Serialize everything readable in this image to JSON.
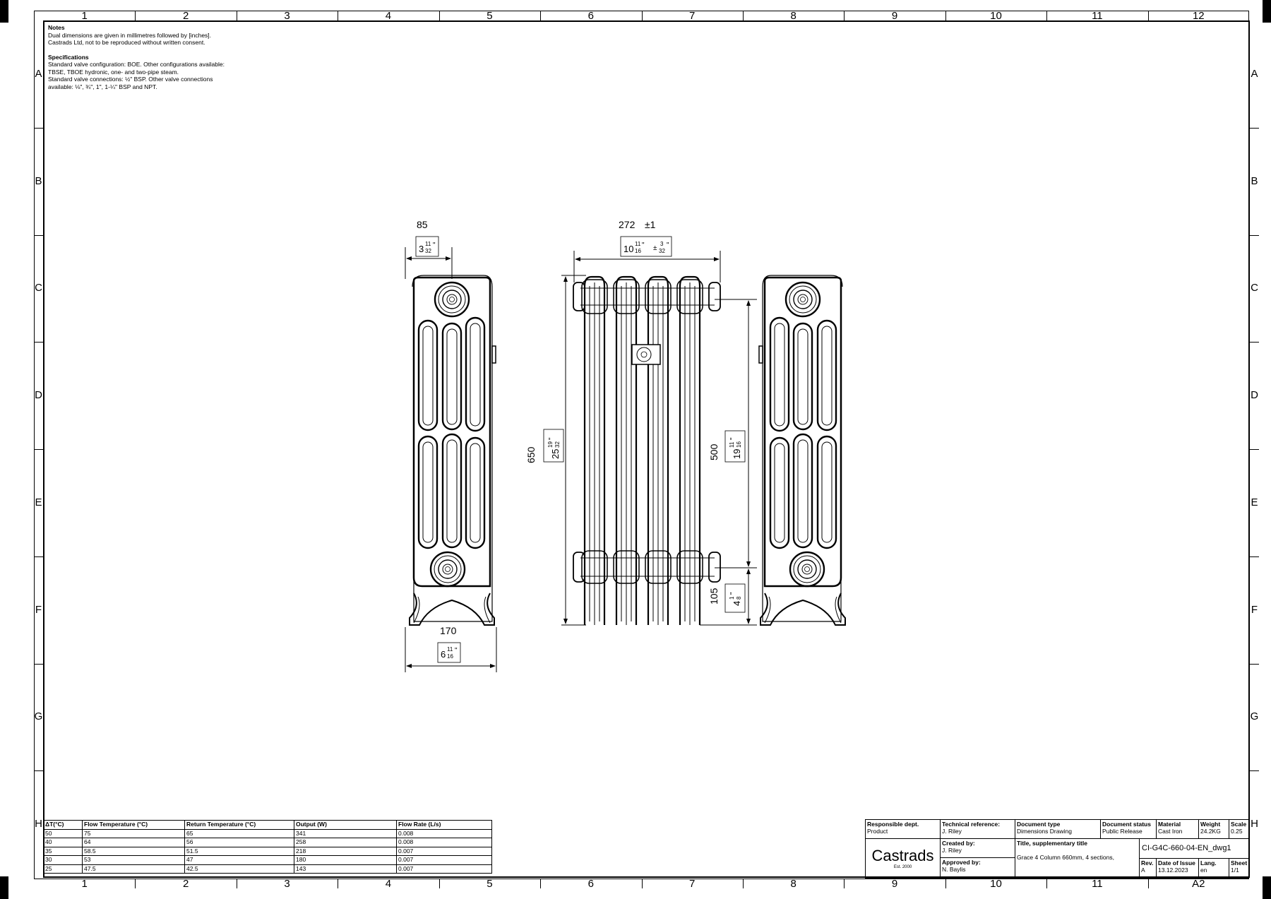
{
  "grid": {
    "columns": [
      "1",
      "2",
      "3",
      "4",
      "5",
      "6",
      "7",
      "8",
      "9",
      "10",
      "11",
      "12"
    ],
    "rows": [
      "A",
      "B",
      "C",
      "D",
      "E",
      "F",
      "G",
      "H"
    ],
    "sheet_size": "A2"
  },
  "notes": {
    "heading": "Notes",
    "lines": [
      "Dual dimensions are given in millimetres followed by [inches].",
      "Castrads Ltd, not to be reproduced without written consent."
    ],
    "spec_heading": "Specifications",
    "spec_lines": [
      "Standard valve configuration: BOE. Other configurations available:",
      "TBSE, TBOE hydronic, one- and two-pipe steam.",
      "Standard valve connections: ½\" BSP. Other valve connections",
      "available: ⅛\", ¾\", 1\", 1-¼\" BSP and NPT."
    ]
  },
  "dimensions": {
    "depth_mm": "85",
    "depth_in_whole": "3",
    "depth_in_num": "11",
    "depth_in_den": "32",
    "width_mm": "272",
    "width_tol_mm": "±1",
    "width_in_whole": "10",
    "width_in_num": "11",
    "width_in_den": "16",
    "width_tol_in_num": "3",
    "width_tol_in_den": "32",
    "height_mm": "650",
    "height_in_whole": "25",
    "height_in_num": "19",
    "height_in_den": "32",
    "centres_mm": "500",
    "centres_in_whole": "19",
    "centres_in_num": "11",
    "centres_in_den": "16",
    "floor_mm": "105",
    "floor_in_whole": "4",
    "floor_in_num": "1",
    "floor_in_den": "8",
    "foot_mm": "170",
    "foot_in_whole": "6",
    "foot_in_num": "11",
    "foot_in_den": "16",
    "inch_mark": "\""
  },
  "performance_table": {
    "headers": [
      "ΔT(°C)",
      "Flow Temperature (°C)",
      "Return Temperature (°C)",
      "Output (W)",
      "Flow Rate (L/s)"
    ],
    "rows": [
      [
        "50",
        "75",
        "65",
        "341",
        "0.008"
      ],
      [
        "40",
        "64",
        "56",
        "258",
        "0.008"
      ],
      [
        "35",
        "58.5",
        "51.5",
        "218",
        "0.007"
      ],
      [
        "30",
        "53",
        "47",
        "180",
        "0.007"
      ],
      [
        "25",
        "47.5",
        "42.5",
        "143",
        "0.007"
      ]
    ]
  },
  "title_block": {
    "responsible_dept_label": "Responsible dept.",
    "responsible_dept": "Product",
    "tech_ref_label": "Technical reference:",
    "tech_ref": "J. Riley",
    "doc_type_label": "Document type",
    "doc_type": "Dimensions Drawing",
    "doc_status_label": "Document status",
    "doc_status": "Public Release",
    "material_label": "Material",
    "material": "Cast Iron",
    "weight_label": "Weight",
    "weight": "24.2KG",
    "scale_label": "Scale",
    "scale": "0.25",
    "created_label": "Created by:",
    "created": "J. Riley",
    "approved_label": "Approved by:",
    "approved": "N. Baylis",
    "title_label": "Title, supplementary title",
    "title": "Grace 4 Column 660mm, 4 sections,",
    "doc_number": "CI-G4C-660-04-EN_dwg1",
    "rev_label": "Rev.",
    "rev": "A",
    "date_label": "Date of Issue",
    "date": "13.12.2023",
    "lang_label": "Lang.",
    "lang": "en",
    "sheet_label": "Sheet",
    "sheet": "1/1",
    "logo_text": "Castrads",
    "logo_sub": "Est. 2000"
  }
}
